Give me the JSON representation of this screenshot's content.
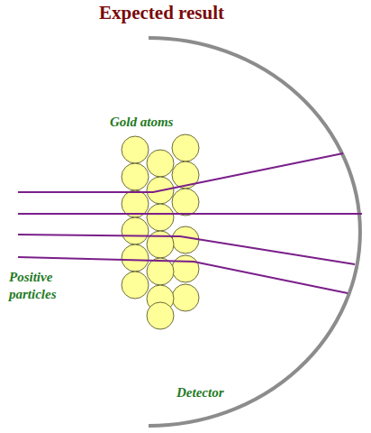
{
  "diagram": {
    "title": "Expected result",
    "labels": [
      "Gold atoms",
      "Positive particles",
      "Detector"
    ]
  }
}
